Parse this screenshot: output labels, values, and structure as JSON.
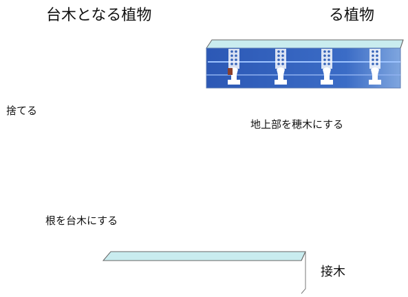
{
  "diagram": {
    "title_left": "台木となる植物",
    "title_right": "る植物",
    "label_discard": "捨てる",
    "label_scion": "地上部を穂木にする",
    "label_rootstock": "根を台木にする",
    "label_graft": "接木"
  },
  "colors": {
    "light_cyan": "#c9ecef",
    "panel_blue": "#2f5fb8",
    "panel_blue_light": "#5f8fd8",
    "outline": "#555555",
    "white": "#ffffff",
    "brown_marker": "#8b3f2b"
  }
}
